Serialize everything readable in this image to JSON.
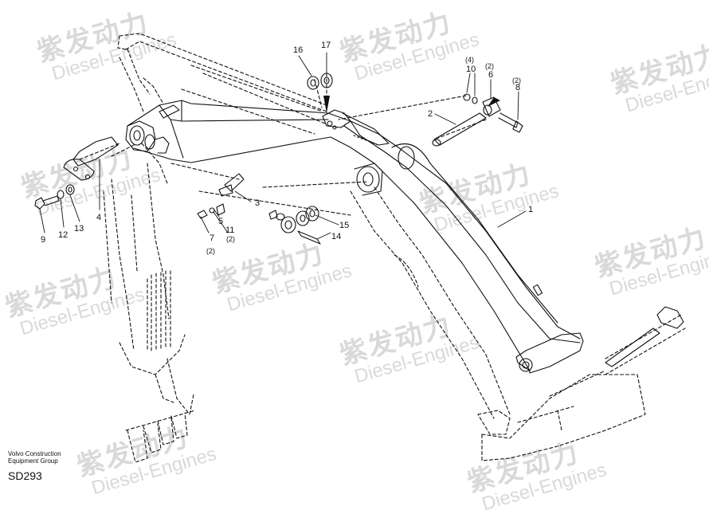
{
  "watermark": {
    "chinese": "紫发动力",
    "english": "Diesel-Engines"
  },
  "footer": {
    "line1": "Volvo Construction",
    "line2": "Equipment Group",
    "code": "SD293"
  },
  "callouts": {
    "c1": "1",
    "c2": "2",
    "c3": "3",
    "c4": "4",
    "c5": "5",
    "c6": "6",
    "c7": "7",
    "c8": "8",
    "c9": "9",
    "c10": "10",
    "c11": "11",
    "c12": "12",
    "c13": "13",
    "c14": "14",
    "c15": "15",
    "c16": "16",
    "c17": "17"
  },
  "quantities": {
    "q10": "(4)",
    "q6": "(2)",
    "q8": "(2)",
    "q7": "(2)",
    "q11": "(2)"
  }
}
